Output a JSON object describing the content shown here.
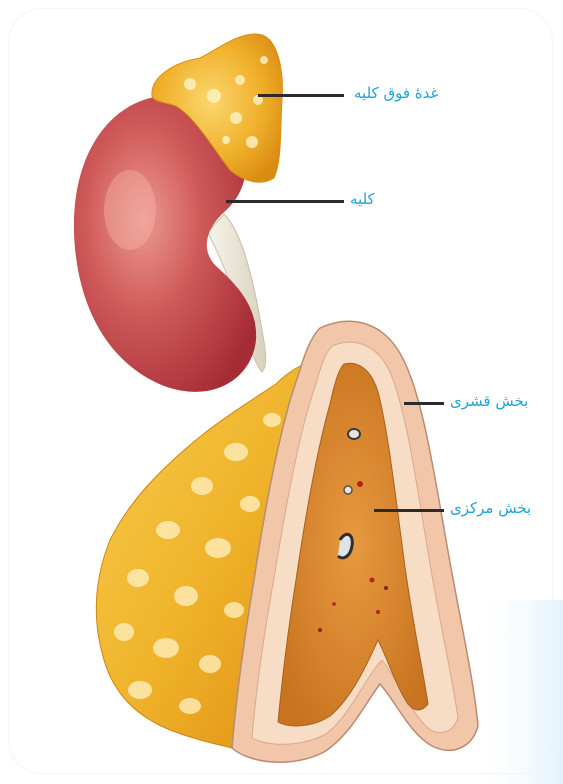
{
  "labels": {
    "adrenal_gland": "غدهٔ فوق کلیه",
    "kidney": "کلیه",
    "cortex": "بخش قشری",
    "medulla": "بخش مرکزی"
  },
  "colors": {
    "label_text": "#1fa3d8",
    "leader_line": "#2b2b2b",
    "gland_yellow": "#f1b52a",
    "gland_orange": "#e38f12",
    "kidney_red": "#c7474c",
    "cortex_pink": "#f3c9ae",
    "medulla_orange": "#d8872c",
    "ureter": "#e7e2d3"
  }
}
